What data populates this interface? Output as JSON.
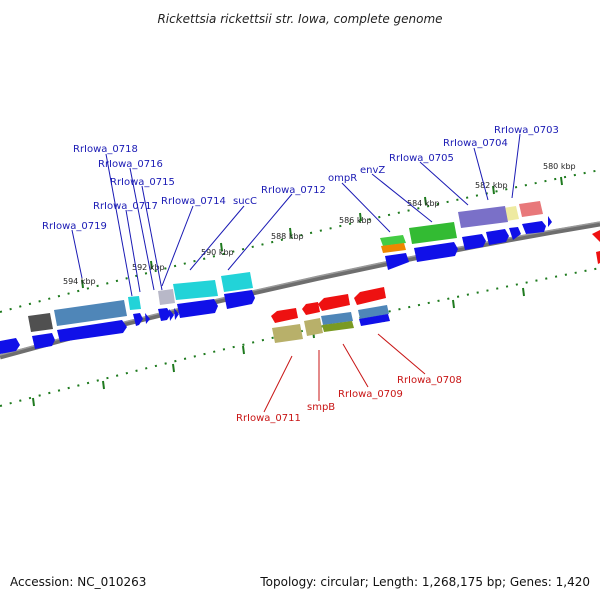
{
  "title": "Rickettsia rickettsii str. Iowa, complete genome",
  "footer": {
    "accession": "Accession: NC_010263",
    "summary": "Topology: circular; Length: 1,268,175 bp; Genes: 1,420"
  },
  "colors": {
    "forward_label": "#1a1ab4",
    "reverse_label": "#c81414",
    "backbone": "#6e6e6e",
    "tick": "#1e7a1e"
  },
  "tick_labels": [
    "580 kbp",
    "582 kbp",
    "584 kbp",
    "586 kbp",
    "588 kbp",
    "590 kbp",
    "592 kbp",
    "594 kbp"
  ],
  "forward_labels": [
    "RrIowa_0703",
    "RrIowa_0704",
    "RrIowa_0705",
    "envZ",
    "ompR",
    "RrIowa_0712",
    "sucC",
    "RrIowa_0714",
    "RrIowa_0715",
    "RrIowa_0716",
    "RrIowa_0717",
    "RrIowa_0718",
    "RrIowa_0719"
  ],
  "reverse_labels": [
    "RrIowa_0708",
    "RrIowa_0709",
    "smpB",
    "RrIowa_0711"
  ]
}
